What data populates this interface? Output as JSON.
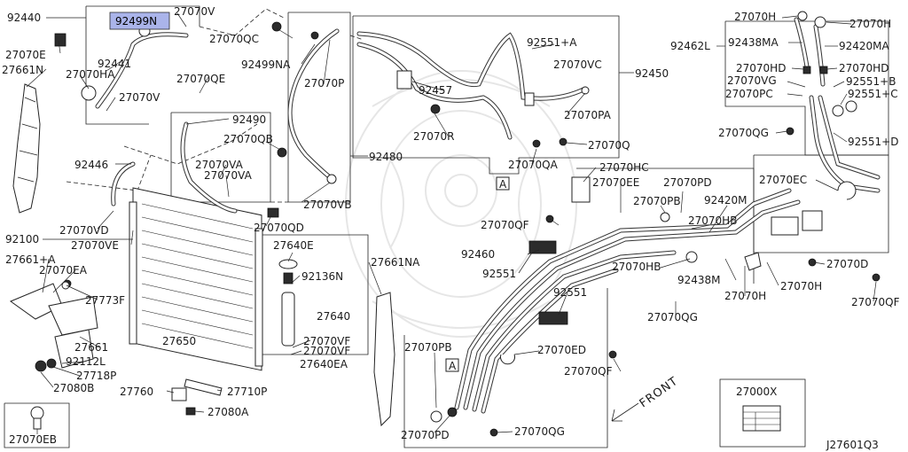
{
  "diagram_id": "J27601Q3",
  "highlight_color": "#aab4ea",
  "highlighted_part": "92499N",
  "front_label": "FRONT",
  "callout_marker": "A",
  "labels": {
    "p92440": "92440",
    "p92499N": "92499N",
    "p27070V_top": "27070V",
    "p27070QC": "27070QC",
    "p27070E": "27070E",
    "p92441": "92441",
    "p27661N": "27661N",
    "p27070HA": "27070HA",
    "p27070V_low": "27070V",
    "p92499NA": "92499NA",
    "p27070P": "27070P",
    "p92551A": "92551+A",
    "p27070VC": "27070VC",
    "p92450": "92450",
    "p92457": "92457",
    "p27070PA": "27070PA",
    "p27070QE": "27070QE",
    "p92490": "92490",
    "p27070QB": "27070QB",
    "p27070R": "27070R",
    "p27070Q": "27070Q",
    "p27070QA": "27070QA",
    "p92480": "92480",
    "p92446": "92446",
    "p27070VA_1": "27070VA",
    "p27070VA_2": "27070VA",
    "p27070VB": "27070VB",
    "p27070VD": "27070VD",
    "p27070VE": "27070VE",
    "p27070QD": "27070QD",
    "p92100": "92100",
    "p27640E": "27640E",
    "p27661A": "27661+A",
    "p27070EA": "27070EA",
    "p27773F": "27773F",
    "p92136N": "92136N",
    "p27661NA": "27661NA",
    "p27640": "27640",
    "p27650": "27650",
    "p27661": "27661",
    "p27070VF": "27070VF",
    "p27070VF_2": "27070VF",
    "p27640EA": "27640EA",
    "p92112L": "92112L",
    "p27718P": "27718P",
    "p27080B": "27080B",
    "p27760": "27760",
    "p27710P": "27710P",
    "p27080A": "27080A",
    "p27070EB": "27070EB",
    "p27070HC": "27070HC",
    "p27070EE": "27070EE",
    "p27070PD": "27070PD",
    "p27070PB_mid": "27070PB",
    "p92420M": "92420M",
    "p27070HB_1": "27070HB",
    "p27070QF_mid": "27070QF",
    "p92460": "92460",
    "p92551_a": "92551",
    "p27070HB_2": "27070HB",
    "p92438M": "92438M",
    "p27070H_mid": "27070H",
    "p27070QG_mid": "27070QG",
    "p92551_b": "92551",
    "p27070PB_low": "27070PB",
    "p27070ED": "27070ED",
    "p27070QF_low": "27070QF",
    "p27070PD_low": "27070PD",
    "p27070QG_low": "27070QG",
    "p27070H_tr1": "27070H",
    "p27070H_tr2": "27070H",
    "p92462L": "92462L",
    "p92438MA": "92438MA",
    "p92420MA": "92420MA",
    "p27070HD_1": "27070HD",
    "p27070HD_2": "27070HD",
    "p27070VG": "27070VG",
    "p92551B": "92551+B",
    "p27070PC": "27070PC",
    "p92551C": "92551+C",
    "p27070QG_r": "27070QG",
    "p92551D": "92551+D",
    "p27070EC": "27070EC",
    "p27070D": "27070D",
    "p27070H_r": "27070H",
    "p27070QF_r": "27070QF",
    "p27000X": "27000X"
  }
}
